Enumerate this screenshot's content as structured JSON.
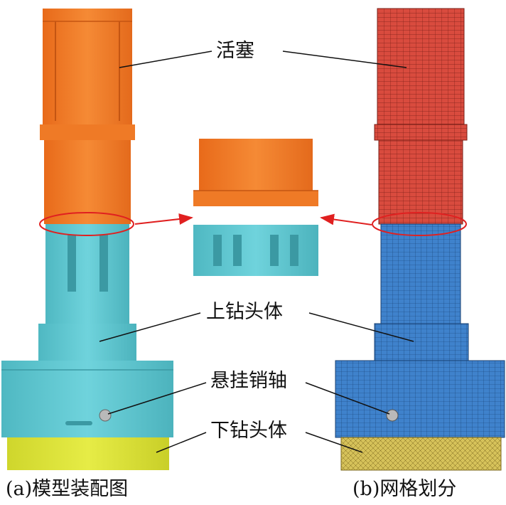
{
  "labels": {
    "piston": "活塞",
    "upper_bit_body": "上钻头体",
    "hanging_pin": "悬挂销轴",
    "lower_bit_body": "下钻头体"
  },
  "captions": {
    "left": "(a)模型装配图",
    "right": "(b)网格划分"
  },
  "colors": {
    "piston_model": "#f07a22",
    "upper_body_model": "#5ec8d2",
    "lower_body_model": "#dde436",
    "piston_mesh": "#d94b3e",
    "upper_body_mesh": "#3f82cc",
    "lower_body_mesh": "#d6c25a",
    "highlight_ellipse": "#e02020",
    "arrow": "#e02020"
  }
}
